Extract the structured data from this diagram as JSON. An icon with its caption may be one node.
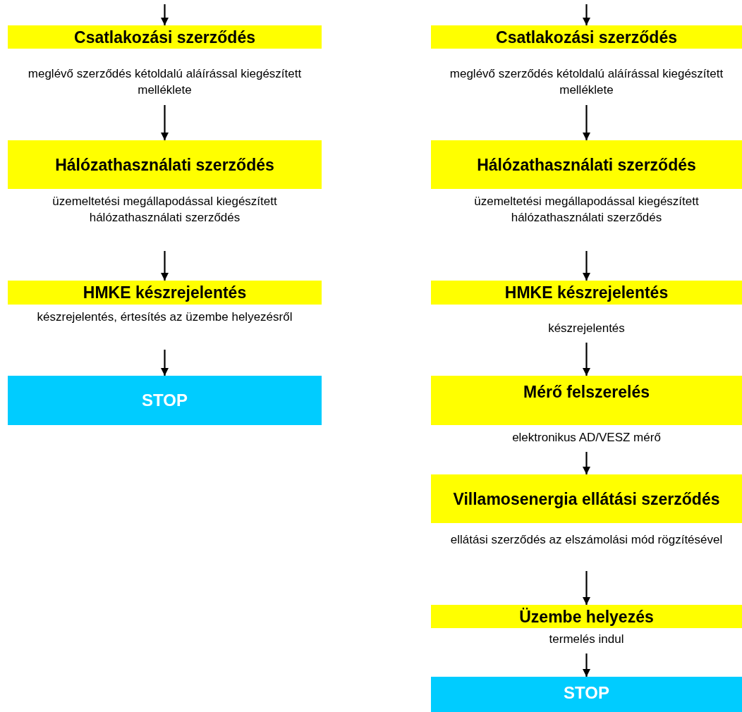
{
  "diagram": {
    "nodes": [
      {
        "text": [
          "Csatlakozási szerződés"
        ],
        "beside": [
          "meglévő szerződés kétoldalú aláírással kiegészített melléklete"
        ]
      },
      {
        "text": [
          "Hálózathasználati szerződés"
        ],
        "beside": [
          "üzemeltetési megállapodással kiegészített hálózathasználati szerződés"
        ]
      },
      {
        "text": [
          "HMKE készrejelentés"
        ],
        "beside": [
          "készrejelentés, értesítés az üzembe helyezésről"
        ]
      },
      {
        "text": [
          "STOP"
        ]
      },
      {
        "text": [
          "Csatlakozási szerződés"
        ],
        "beside": [
          "meglévő szerződés kétoldalú aláírással kiegészített melléklete"
        ]
      },
      {
        "text": [
          "Hálózathasználati szerződés"
        ],
        "beside": [
          "üzemeltetési megállapodással kiegészített hálózathasználati szerződés"
        ]
      },
      {
        "text": [
          "HMKE készrejelentés"
        ],
        "beside": [
          "készrejelentés"
        ]
      },
      {
        "text": [
          "Mérő felszerelés"
        ],
        "beside": [
          "elektronikus AD/VESZ mérő"
        ]
      },
      {
        "text": [
          "Villamosenergia ellátási szerződés"
        ],
        "beside": [
          "ellátási szerződés az elszámolási mód rögzítésével"
        ]
      },
      {
        "text": [
          "Üzembe helyezés"
        ],
        "beside": [
          "termelés indul"
        ]
      },
      {
        "text": [
          "STOP"
        ]
      }
    ],
    "edges": [
      {
        "from": null,
        "to": 0,
        "arrow": "to"
      },
      {
        "from": 0,
        "to": 1,
        "arrow": "to"
      },
      {
        "from": 1,
        "to": 2,
        "arrow": "to"
      },
      {
        "from": 2,
        "to": 3,
        "arrow": "to"
      },
      {
        "from": null,
        "to": 4,
        "arrow": "to"
      },
      {
        "from": 4,
        "to": 5,
        "arrow": "to"
      },
      {
        "from": 5,
        "to": 6,
        "arrow": "to"
      },
      {
        "from": 6,
        "to": 7,
        "arrow": "to"
      },
      {
        "from": 7,
        "to": 8,
        "arrow": "to"
      },
      {
        "from": 8,
        "to": 9,
        "arrow": "to"
      },
      {
        "from": 9,
        "to": 10,
        "arrow": "to"
      }
    ]
  }
}
